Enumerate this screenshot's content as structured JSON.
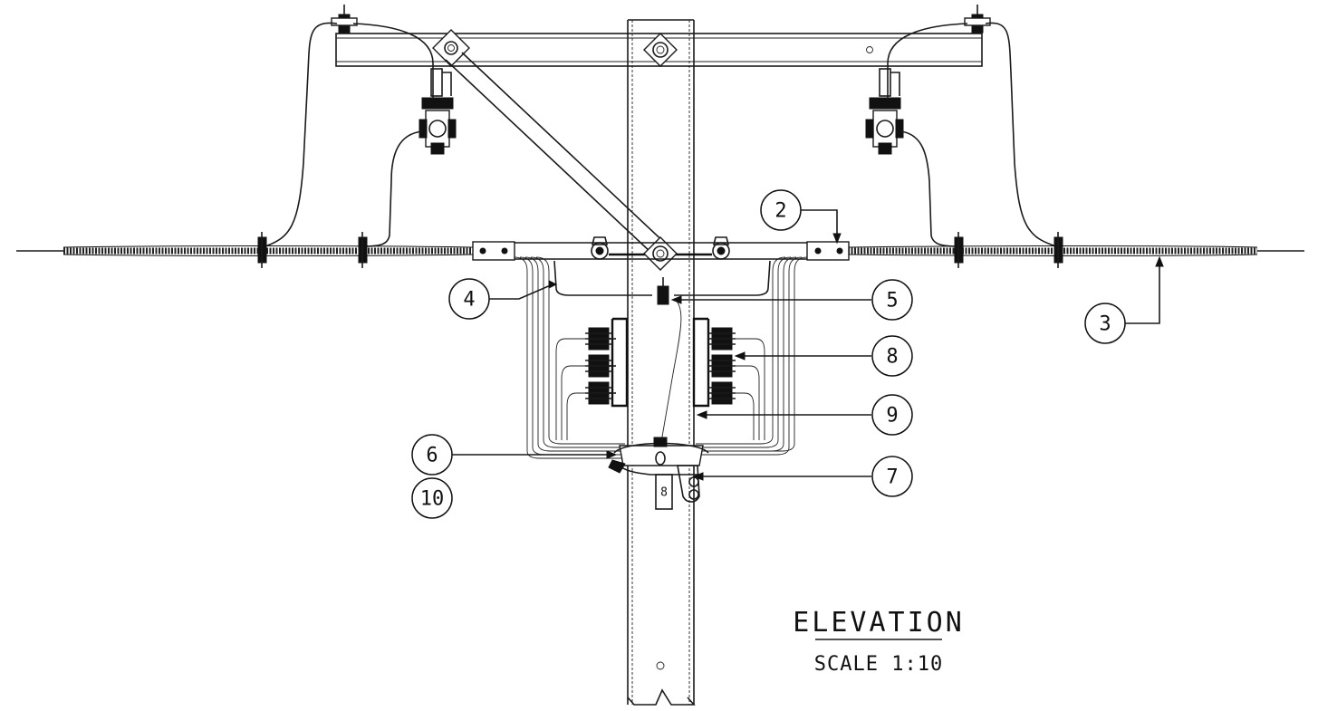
{
  "drawing": {
    "title": "ELEVATION",
    "scale": "SCALE 1:10"
  },
  "callouts": [
    {
      "id": "2",
      "label": "2"
    },
    {
      "id": "3",
      "label": "3"
    },
    {
      "id": "4",
      "label": "4"
    },
    {
      "id": "5",
      "label": "5"
    },
    {
      "id": "6",
      "label": "6"
    },
    {
      "id": "7",
      "label": "7"
    },
    {
      "id": "8",
      "label": "8"
    },
    {
      "id": "9",
      "label": "9"
    },
    {
      "id": "10",
      "label": "10"
    }
  ],
  "bracket_mark": "8"
}
